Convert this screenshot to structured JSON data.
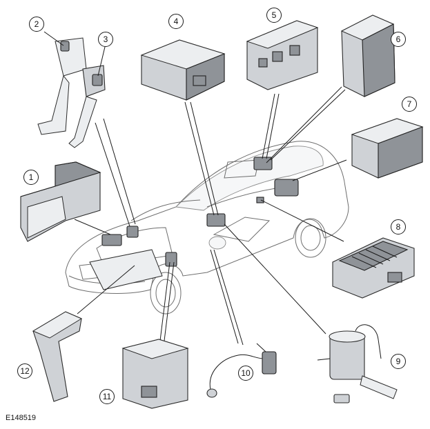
{
  "figure_ref": "E148519",
  "callouts": [
    "1",
    "2",
    "3",
    "4",
    "5",
    "6",
    "7",
    "8",
    "9",
    "10",
    "11",
    "12"
  ]
}
